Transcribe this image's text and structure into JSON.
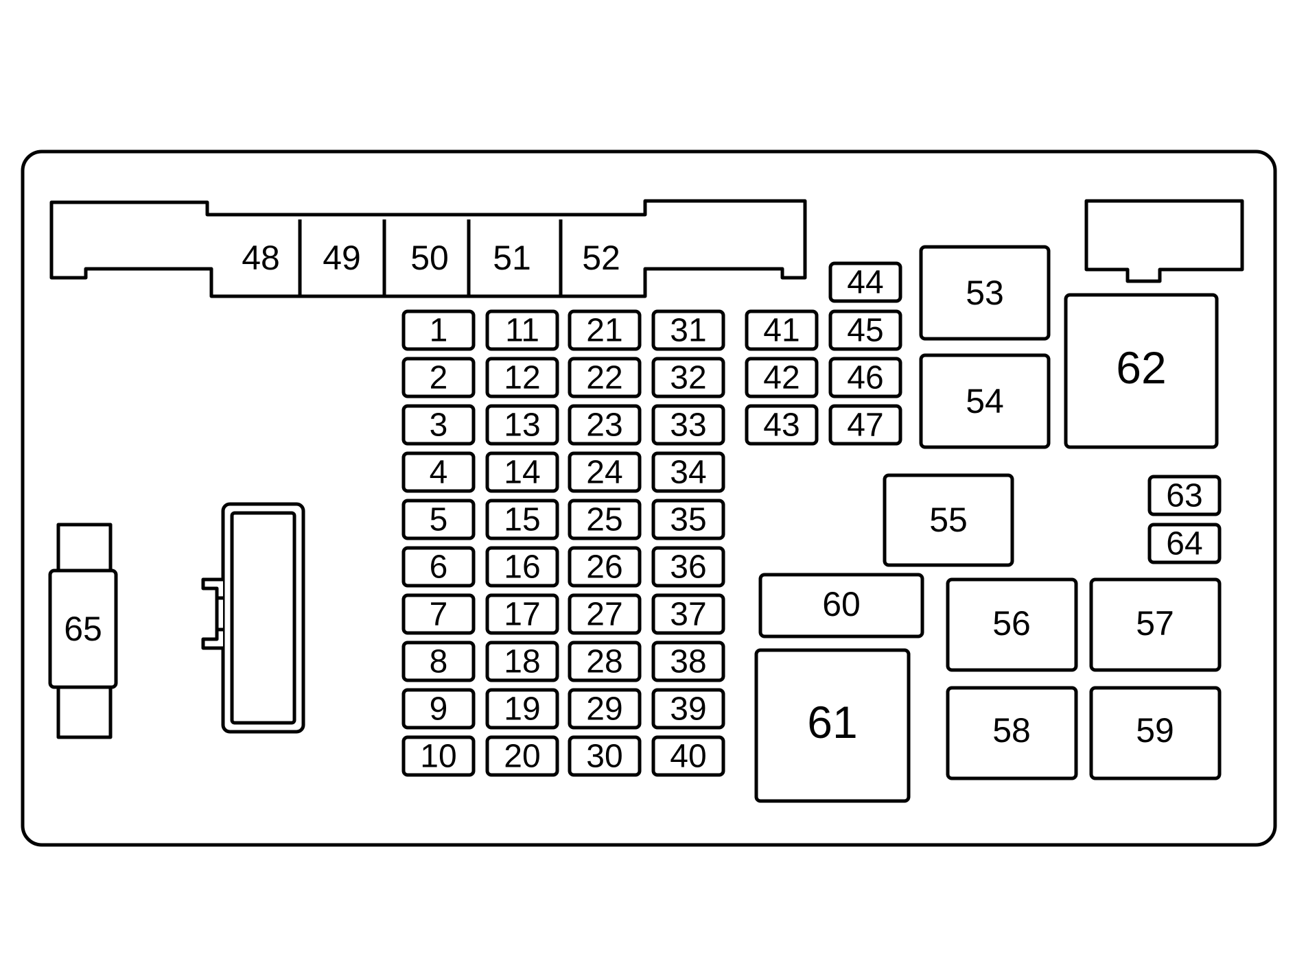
{
  "diagram": {
    "labels": {
      "f1": "1",
      "f2": "2",
      "f3": "3",
      "f4": "4",
      "f5": "5",
      "f6": "6",
      "f7": "7",
      "f8": "8",
      "f9": "9",
      "f10": "10",
      "f11": "11",
      "f12": "12",
      "f13": "13",
      "f14": "14",
      "f15": "15",
      "f16": "16",
      "f17": "17",
      "f18": "18",
      "f19": "19",
      "f20": "20",
      "f21": "21",
      "f22": "22",
      "f23": "23",
      "f24": "24",
      "f25": "25",
      "f26": "26",
      "f27": "27",
      "f28": "28",
      "f29": "29",
      "f30": "30",
      "f31": "31",
      "f32": "32",
      "f33": "33",
      "f34": "34",
      "f35": "35",
      "f36": "36",
      "f37": "37",
      "f38": "38",
      "f39": "39",
      "f40": "40",
      "f41": "41",
      "f42": "42",
      "f43": "43",
      "f44": "44",
      "f45": "45",
      "f46": "46",
      "f47": "47",
      "f48": "48",
      "f49": "49",
      "f50": "50",
      "f51": "51",
      "f52": "52",
      "r53": "53",
      "r54": "54",
      "r55": "55",
      "r56": "56",
      "r57": "57",
      "r58": "58",
      "r59": "59",
      "r60": "60",
      "r61": "61",
      "r62": "62",
      "f63": "63",
      "f64": "64",
      "f65": "65"
    }
  }
}
